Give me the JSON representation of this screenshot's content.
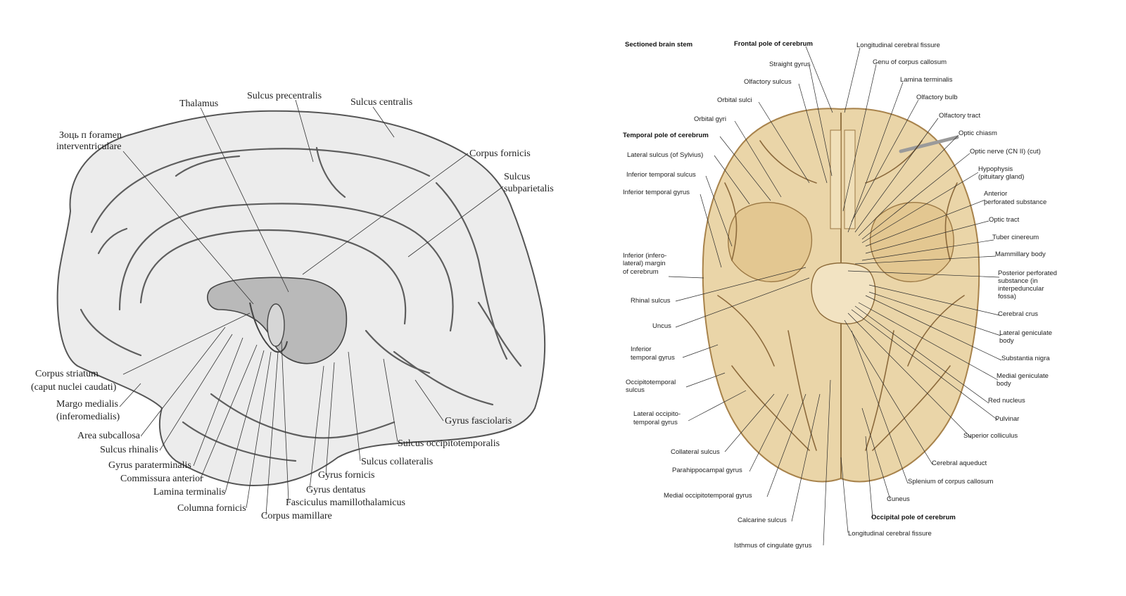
{
  "left_panel": {
    "labels": [
      "Thalamus",
      "Sulcus precentralis",
      "Sulcus centralis",
      "Зоць п foramen",
      "interventriculare",
      "Corpus fornicis",
      "Sulcus",
      "subparietalis",
      "Corpus striatum",
      "(caput nuclei caudati)",
      "Margo medialis",
      "(inferomedialis)",
      "Area subcallosa",
      "Sulcus rhinalis",
      "Gyrus paraterminalis",
      "Commissura anterior",
      "Lamina terminalis",
      "Columna fornicis",
      "Corpus mamillare",
      "Fasciculus mamillothalamicus",
      "Gyrus dentatus",
      "Gyrus fornicis",
      "Sulcus collateralis",
      "Sulcus occipitotemporalis",
      "Gyrus fasciolaris"
    ]
  },
  "right_panel": {
    "labels": [
      "Sectioned brain stem",
      "Frontal pole of cerebrum",
      "Longitudinal cerebral fissure",
      "Straight gyrus",
      "Genu of corpus callosum",
      "Olfactory sulcus",
      "Lamina terminalis",
      "Orbital sulci",
      "Olfactory bulb",
      "Orbital gyri",
      "Olfactory tract",
      "Temporal pole of cerebrum",
      "Optic chiasm",
      "Lateral sulcus (of Sylvius)",
      "Optic nerve (CN II) (cut)",
      "Inferior temporal sulcus",
      "Hypophysis",
      "(pituitary gland)",
      "Inferior temporal gyrus",
      "Anterior",
      "perforated substance",
      "Optic tract",
      "Tuber cinereum",
      "Inferior (infero-",
      "lateral) margin",
      "of cerebrum",
      "Mammillary body",
      "Posterior perforated",
      "substance (in",
      "interpeduncular",
      "fossa)",
      "Rhinal sulcus",
      "Cerebral crus",
      "Uncus",
      "Lateral geniculate",
      "body",
      "Inferior",
      "temporal gyrus",
      "Substantia nigra",
      "Medial geniculate",
      "body",
      "Occipitotemporal",
      "sulcus",
      "Red nucleus",
      "Lateral occipito-",
      "temporal gyrus",
      "Pulvinar",
      "Superior colliculus",
      "Collateral sulcus",
      "Cerebral aqueduct",
      "Parahippocampal gyrus",
      "Splenium of corpus callosum",
      "Medial occipitotemporal gyrus",
      "Cuneus",
      "Occipital pole of cerebrum",
      "Calcarine sulcus",
      "Longitudinal cerebral fissure",
      "Isthmus of cingulate gyrus"
    ]
  }
}
